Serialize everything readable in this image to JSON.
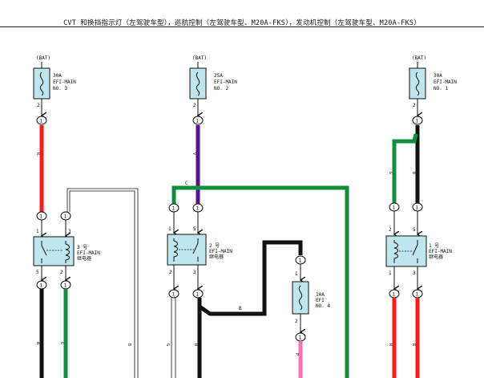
{
  "header": {
    "title": "CVT 和换挡指示灯（左驾驶车型），巡航控制（左驾驶车型、M20A-FKS），发动机控制（左驾驶车型、M20A-FKS）"
  },
  "fuses": [
    {
      "id": "f1",
      "source": "(BAT)",
      "rating": "30A",
      "name": "EFI-MAIN",
      "number": "NO. 3",
      "pin_top": "",
      "pin_bottom": "2"
    },
    {
      "id": "f2",
      "source": "(BAT)",
      "rating": "25A",
      "name": "EFI-MAIN",
      "number": "NO. 2",
      "pin_top": "",
      "pin_bottom": "2"
    },
    {
      "id": "f3",
      "source": "(BAT)",
      "rating": "30A",
      "name": "EFI-MAIN",
      "number": "NO. 1",
      "pin_top": "",
      "pin_bottom": "2"
    },
    {
      "id": "f4",
      "source": "",
      "rating": "10A",
      "name": "EFI",
      "number": "NO. 4",
      "pin_top": "1",
      "pin_bottom": "2"
    }
  ],
  "relays": [
    {
      "id": "r1",
      "label_num": "3 号",
      "label_name": "EFI-MAIN",
      "label_type": "继电器",
      "pins": [
        "1",
        "3",
        "5",
        "2"
      ]
    },
    {
      "id": "r2",
      "label_num": "2 号",
      "label_name": "EFI-MAIN",
      "label_type": "继电器",
      "pins": [
        "1",
        "5",
        "2",
        "3"
      ]
    },
    {
      "id": "r3",
      "label_num": "1 号",
      "label_name": "EFI-MAIN",
      "label_type": "继电器",
      "pins": [
        "2",
        "5",
        "1",
        "3"
      ]
    }
  ],
  "connectors": {
    "label": "1"
  },
  "wire_labels": {
    "c": "C",
    "b": "B"
  },
  "colors": {
    "red": "#ff1a1a",
    "green": "#0f8f3a",
    "black": "#111111",
    "purple": "#5b0f8c",
    "pink": "#ff6fb5",
    "relay_fill": "#bfe6ef"
  }
}
